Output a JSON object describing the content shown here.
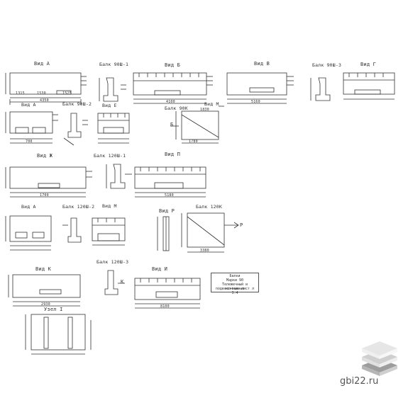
{
  "views": {
    "a1": "Вид А",
    "balk_90sh1": "Балк 90Ш-1",
    "b": "Вид Б",
    "v": "Вид В",
    "balk_90sh3": "Балк 90Ш-3",
    "g": "Вид Г",
    "a2": "Вид А",
    "balk_90sh2": "Балк 90Ш-2",
    "e": "Вид Е",
    "balk_90k": "Балк 90К",
    "m1": "Вид М",
    "zh": "Вид Ж",
    "balk_120sh1": "Балк 120Ш-1",
    "p1": "Вид П",
    "a3": "Вид А",
    "balk_120sh2": "Балк 120Ш-2",
    "m2": "Вид М",
    "p2": "Вид Р",
    "balk_120k": "Балк 120К",
    "k1": "Вид К",
    "balk_120sh3": "Балк 120Ш-3",
    "i": "Вид И",
    "uzel": "Узел I"
  },
  "dims": {
    "d1315": "1315",
    "d1530": "1530",
    "d1525": "1525",
    "d4350": "4350",
    "d4100": "4100",
    "d5160": "5160",
    "d1830": "1830",
    "d700": "700",
    "d1780": "1780",
    "d1700": "1700",
    "d5180": "5180",
    "d3380": "3380",
    "d2930": "2930",
    "d8100": "8100"
  },
  "markers": {
    "b": "Б",
    "p": "Р",
    "k": "К"
  },
  "legend": {
    "line1": "Балки",
    "line2": "Марки 90",
    "line3": "Тележечный и монтажные",
    "line4": "подвесочные  лист л 3.4"
  },
  "watermark": "gbi22.ru",
  "colors": {
    "ink": "#333333",
    "paper": "#ffffff",
    "logo_light": "#e6e6e6",
    "logo_mid": "#cfcfcf",
    "logo_dark": "#9d9d9d"
  }
}
